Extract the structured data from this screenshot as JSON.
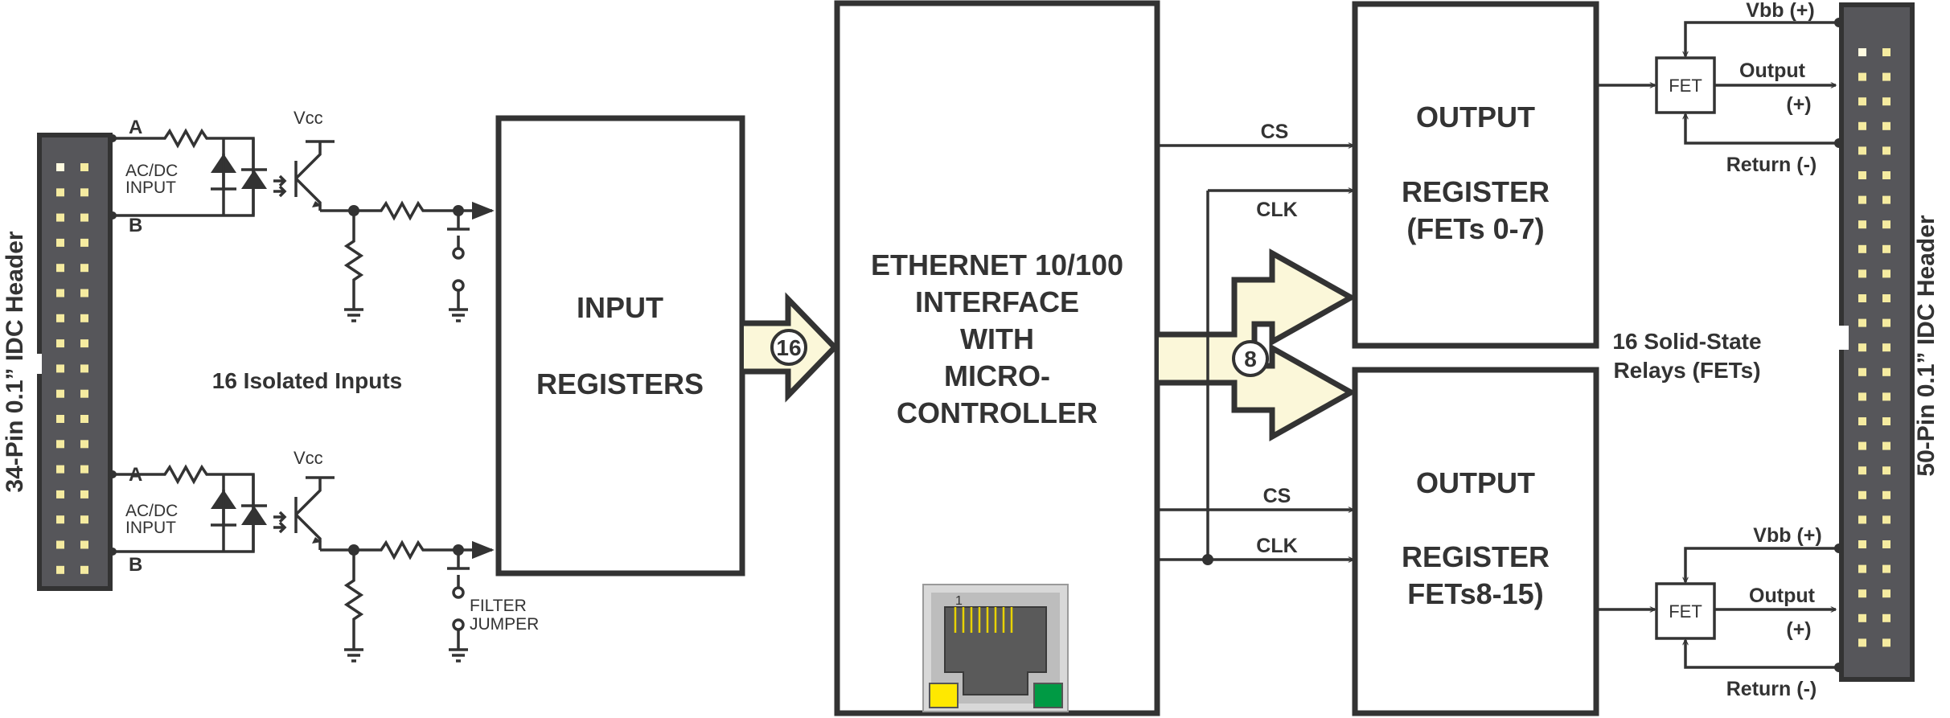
{
  "left_header": {
    "label": "34-Pin 0.1” IDC Header"
  },
  "right_header": {
    "label": "50-Pin 0.1” IDC Header"
  },
  "input_channel": {
    "pin_a": "A",
    "pin_b": "B",
    "input_label_line1": "AC/DC",
    "input_label_line2": "INPUT",
    "vcc": "Vcc"
  },
  "isolated_inputs": "16 Isolated Inputs",
  "filter_jumper": {
    "line1": "FILTER",
    "line2": "JUMPER"
  },
  "input_registers": {
    "line1": "INPUT",
    "line2": "REGISTERS"
  },
  "input_bus_width": "16",
  "ethernet": {
    "line1": "ETHERNET 10/100",
    "line2": "INTERFACE",
    "line3": "WITH",
    "line4": "MICRO-",
    "line5": "CONTROLLER",
    "rj45_pin": "1",
    "led_left_color": "#ffe800",
    "led_right_color": "#009a44"
  },
  "output_bus_width": "8",
  "signals": {
    "cs": "CS",
    "clk": "CLK"
  },
  "output_register_top": {
    "line1": "OUTPUT",
    "line2": "REGISTER",
    "line3": "(FETs 0-7)"
  },
  "output_register_bottom": {
    "line1": "OUTPUT",
    "line2": "REGISTER",
    "line3": "FETs8-15)"
  },
  "fet": {
    "label": "FET",
    "vbb": "Vbb (+)",
    "output": "Output",
    "output_sign": "(+)",
    "return": "Return (-)"
  },
  "relays": {
    "line1": "16 Solid-State",
    "line2": "Relays (FETs)"
  },
  "colors": {
    "header": "#56565a",
    "pin": "#f5eba0",
    "bus_fill": "#fbf7d9",
    "line": "#333333"
  }
}
